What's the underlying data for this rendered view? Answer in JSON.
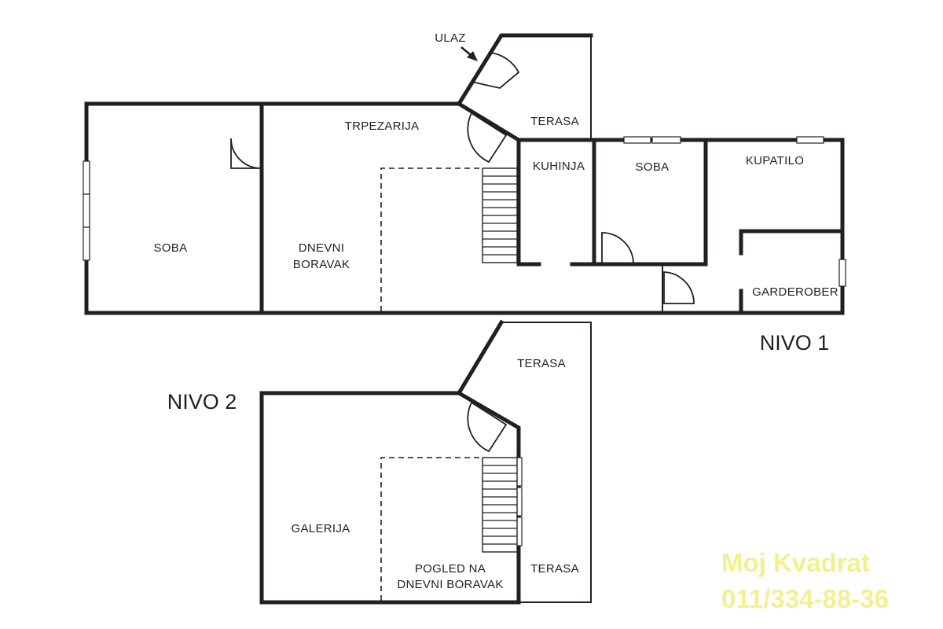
{
  "levels": {
    "level_1": "NIVO 1",
    "level_2": "NIVO 2"
  },
  "rooms_level_1": {
    "soba_left": "SOBA",
    "trpezarija": "TRPEZARIJA",
    "dnevni_boravak_1": "DNEVNI",
    "dnevni_boravak_2": "BORAVAK",
    "ulaz": "ULAZ",
    "terasa": "TERASA",
    "kuhinja": "KUHINJA",
    "soba_right": "SOBA",
    "kupatilo": "KUPATILO",
    "garderober": "GARDEROBER"
  },
  "rooms_level_2": {
    "terasa_top": "TERASA",
    "galerija": "GALERIJA",
    "pogled_1": "POGLED NA",
    "pogled_2": "DNEVNI BORAVAK",
    "terasa_bottom": "TERASA"
  },
  "watermark": {
    "brand": "Moj Kvadrat",
    "phone": "011/334-88-36",
    "color": "#f3ef8a"
  }
}
